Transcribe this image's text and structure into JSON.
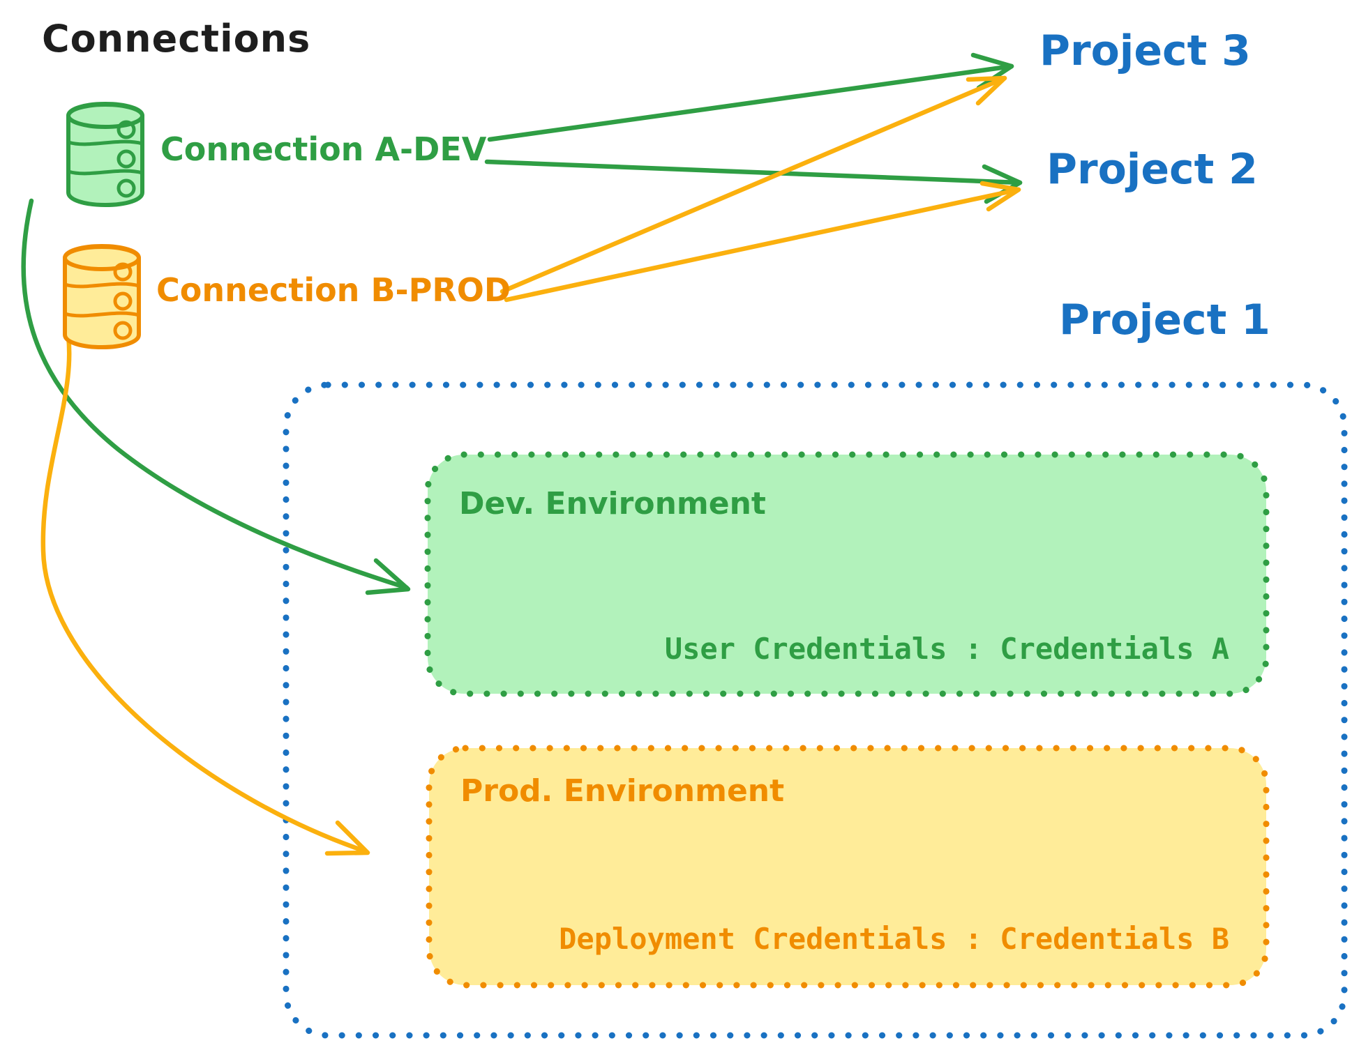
{
  "colors": {
    "ink": "#1e1e1e",
    "blue": "#1971c2",
    "green": "#2f9e44",
    "green_fill": "#b2f2bb",
    "orange": "#f08c00",
    "orange_arrow": "#fbb00e",
    "orange_fill": "#ffec99"
  },
  "diagram": {
    "title": "Connections",
    "connections": [
      {
        "label": "Connection A-DEV",
        "icon": "database-icon",
        "color": "green",
        "links": [
          "Project 3",
          "Project 2",
          "Dev. Environment"
        ]
      },
      {
        "label": "Connection B-PROD",
        "icon": "database-icon",
        "color": "orange",
        "links": [
          "Project 3",
          "Project 2",
          "Prod. Environment"
        ]
      }
    ],
    "projects": [
      {
        "label": "Project 3"
      },
      {
        "label": "Project 2"
      },
      {
        "label": "Project 1"
      }
    ],
    "project1_detail": {
      "dev_environment": {
        "label": "Dev. Environment",
        "credentials": "User Credentials : Credentials A"
      },
      "prod_environment": {
        "label": "Prod. Environment",
        "credentials": "Deployment Credentials : Credentials B"
      }
    }
  }
}
